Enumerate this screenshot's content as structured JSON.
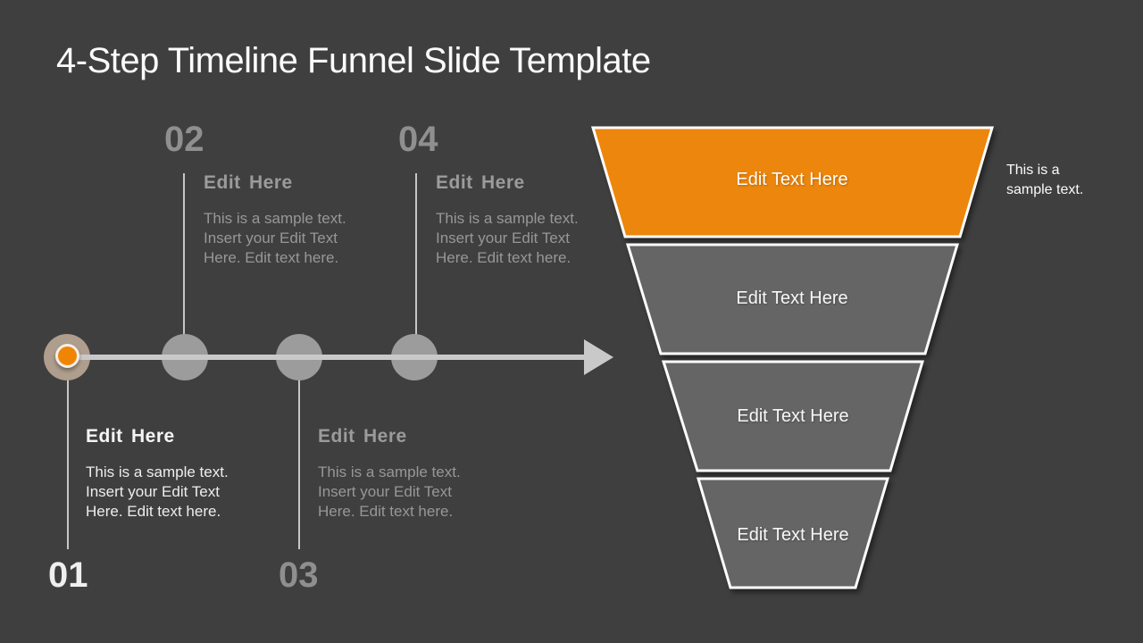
{
  "slide": {
    "title": "4-Step Timeline Funnel Slide Template"
  },
  "timeline": {
    "steps": [
      {
        "number": "01",
        "heading": "Edit Here",
        "body": "This is a sample text. Insert your Edit Text Here. Edit text here.",
        "state": "active"
      },
      {
        "number": "02",
        "heading": "Edit Here",
        "body": "This is a sample text. Insert your Edit Text Here. Edit text here.",
        "state": "inactive"
      },
      {
        "number": "03",
        "heading": "Edit Here",
        "body": "This is a sample text. Insert your Edit Text Here. Edit text here.",
        "state": "inactive"
      },
      {
        "number": "04",
        "heading": "Edit Here",
        "body": "This is a sample text. Insert your Edit Text Here. Edit text here.",
        "state": "inactive"
      }
    ]
  },
  "funnel": {
    "segments": [
      {
        "label": "Edit Text Here",
        "color": "#ED860C"
      },
      {
        "label": "Edit Text Here",
        "color": "#656565"
      },
      {
        "label": "Edit Text Here",
        "color": "#656565"
      },
      {
        "label": "Edit Text Here",
        "color": "#656565"
      }
    ],
    "annotation": "This is a sample text."
  },
  "colors": {
    "background": "#3F3F3F",
    "accent_orange": "#ED860C",
    "funnel_gray": "#656565",
    "timeline_line": "#C9C9C9",
    "marker_inactive": "#9C9C9C",
    "marker_active_outer": "#AF9E8D",
    "marker_active_inner": "#F08505",
    "active_text": "#F2F2F2",
    "inactive_text": "#979797"
  }
}
